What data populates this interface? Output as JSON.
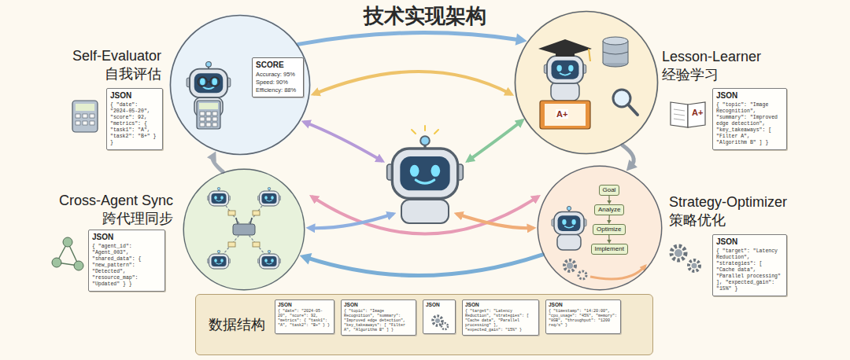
{
  "diagram": {
    "title": "技术实现架构",
    "nodes": [
      {
        "text": [
          "Self-Evaluator",
          "自我评估"
        ]
      },
      {
        "text": [
          "SCORE",
          "Accuracy: 95%",
          "Speed: 90%",
          "Efficiency: 88%"
        ],
        "in": 0
      },
      {
        "text": [
          "JSON",
          "{ \"date\": \"2024-05-20\", \"score\": 92, \"metrics\": { \"task1\": \"A\", \"task2\": \"B+\" } }"
        ]
      },
      {
        "text": [
          "Lesson-Learner",
          "经验学习"
        ]
      },
      {
        "text": [
          "JSON",
          "{ \"topic\": \"Image Recognition\", \"summary\": \"Improved edge detection\", \"key_takeaways\": [ \"Filter A\", \"Algorithm B\" ] }"
        ]
      },
      {
        "text": [
          "Cross-Agent Sync",
          "跨代理同步"
        ]
      },
      {
        "text": [
          "JSON",
          "{ \"agent_id\": \"Agent_003\", \"shared_data\": { \"new_pattern\": \"Detected\", \"resource_map\": \"Updated\" } }"
        ]
      },
      {
        "text": [
          "Strategy-Optimizer",
          "策略优化"
        ]
      },
      {
        "text": [
          "Goal"
        ],
        "in": 7
      },
      {
        "text": [
          "Analyze"
        ],
        "in": 7
      },
      {
        "text": [
          "Optimize"
        ],
        "in": 7
      },
      {
        "text": [
          "Implement"
        ],
        "in": 7
      },
      {
        "text": [
          "JSON",
          "{ \"target\": \"Latency Reduction\", \"strategies\": [ \"Cache data\", \"Parallel processing\" ], \"expected_gain\": \"15%\" }"
        ]
      },
      {
        "text": [
          "数据结构"
        ]
      },
      {
        "text": [
          "JSON",
          "{ \"date\": \"2024-05-20\", \"score\": 92, \"metrics\": { \"task1\": \"A\", \"task2\": \"B+\" } }"
        ],
        "in": 13
      },
      {
        "text": [
          "JSON",
          "{ \"topic\": \"Image Recognition\", \"summary\": \"Improved edge detection\", \"key_takeaways\": [ \"Filter A\", \"Algorithm B\" ] }"
        ],
        "in": 13
      },
      {
        "text": [
          "JSON"
        ],
        "in": 13
      },
      {
        "text": [
          "JSON",
          "{ \"target\": \"Latency Reduction\", \"strategies\": [ \"Cache data\", \"Parallel processing\" ], \"expected_gain\": \"15%\" }"
        ],
        "in": 13
      },
      {
        "text": [
          "JSON",
          "{ \"timestamp\": \"14:20:00\", \"cpu_usage\": \"45%\", \"memory\": \"8GB\", \"throughput\": \"1200 req/s\" }"
        ],
        "in": 13
      }
    ],
    "edges": [
      {
        "from": 0,
        "to": 3,
        "arrow": "to"
      },
      {
        "from": 3,
        "to": 7,
        "arrow": "to"
      },
      {
        "from": 7,
        "to": 5,
        "arrow": "to"
      },
      {
        "from": 5,
        "to": 0,
        "arrow": "to"
      },
      {
        "from": 8,
        "to": 9,
        "arrow": "to"
      },
      {
        "from": 9,
        "to": 10,
        "arrow": "to"
      },
      {
        "from": 10,
        "to": 11,
        "arrow": "to"
      }
    ],
    "labels": [
      "A+",
      "A+"
    ]
  }
}
